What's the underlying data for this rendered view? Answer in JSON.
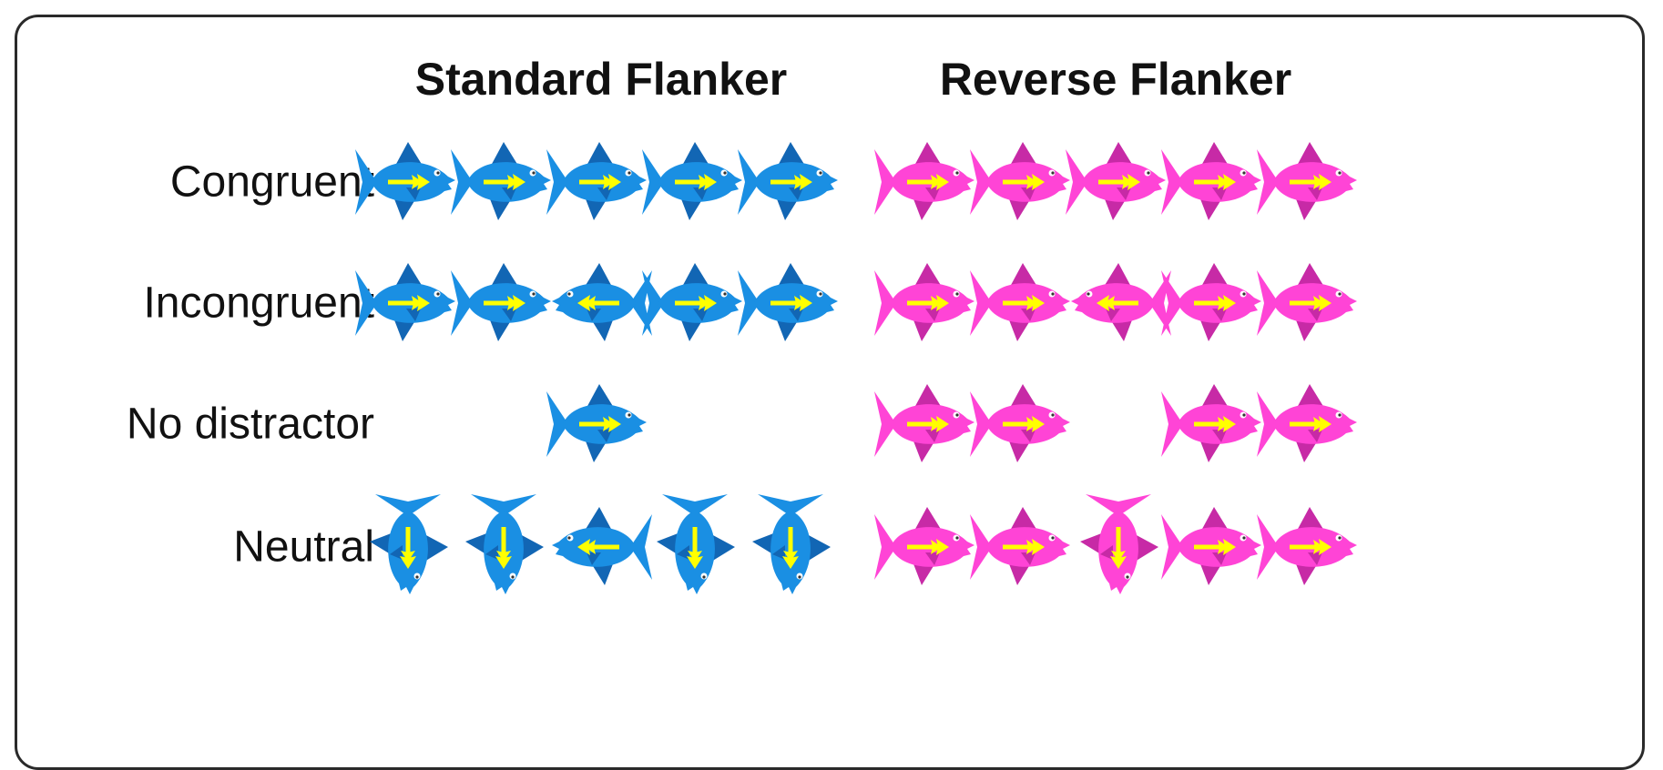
{
  "columns": {
    "standard": {
      "title": "Standard Flanker",
      "fish_color": "#1a8fe3",
      "fin_color": "#1266b4"
    },
    "reverse": {
      "title": "Reverse Flanker",
      "fish_color": "#ff44d6",
      "fin_color": "#c72aa6"
    }
  },
  "arrow_color": "#ffff00",
  "rows": [
    {
      "label": "Congruent",
      "standard": [
        "right",
        "right",
        "right",
        "right",
        "right"
      ],
      "reverse": [
        "right",
        "right",
        "right",
        "right",
        "right"
      ]
    },
    {
      "label": "Incongruent",
      "standard": [
        "right",
        "right",
        "left",
        "right",
        "right"
      ],
      "reverse": [
        "right",
        "right",
        "left",
        "right",
        "right"
      ]
    },
    {
      "label": "No distractor",
      "standard": [
        null,
        null,
        "right",
        null,
        null
      ],
      "reverse": [
        "right",
        "right",
        null,
        "right",
        "right"
      ]
    },
    {
      "label": "Neutral",
      "standard": [
        "down",
        "down",
        "left",
        "down",
        "down"
      ],
      "reverse": [
        "right",
        "right",
        "down",
        "right",
        "right"
      ]
    }
  ]
}
